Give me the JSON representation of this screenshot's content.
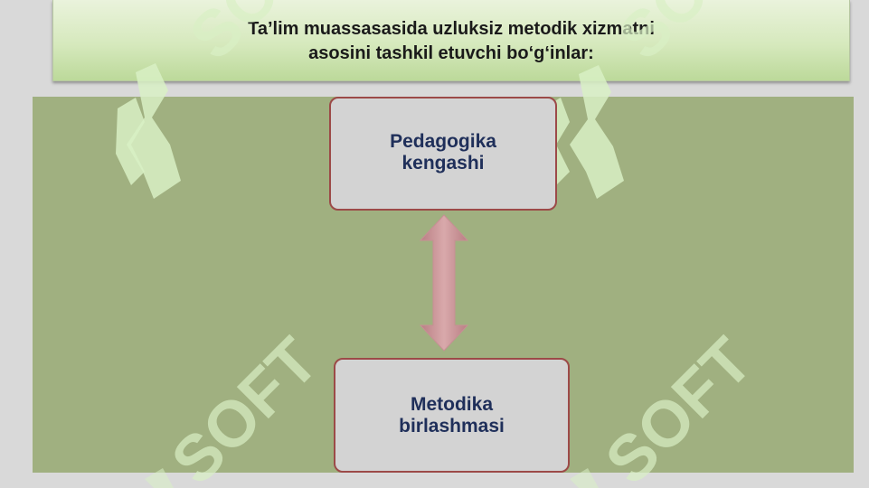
{
  "title": {
    "line1": "Ta’lim muassasasida uzluksiz metodik xizmatni",
    "line2": "asosini tashkil etuvchi bo‘g‘inlar:"
  },
  "nodes": {
    "top": {
      "line1": "Pedagogika",
      "line2": "kengashi"
    },
    "bottom": {
      "line1": "Metodika",
      "line2": "birlashmasi"
    }
  },
  "connector": {
    "type": "double-headed-arrow",
    "color": "#c98f92"
  },
  "watermark": {
    "text": "SOFT",
    "color": "#d8f0c4"
  },
  "colors": {
    "title_background": "#d6e9bd",
    "diagram_background": "#a0b080",
    "node_fill": "#d3d3d3",
    "node_border": "#9c4a48",
    "node_text": "#1f2f5a"
  }
}
